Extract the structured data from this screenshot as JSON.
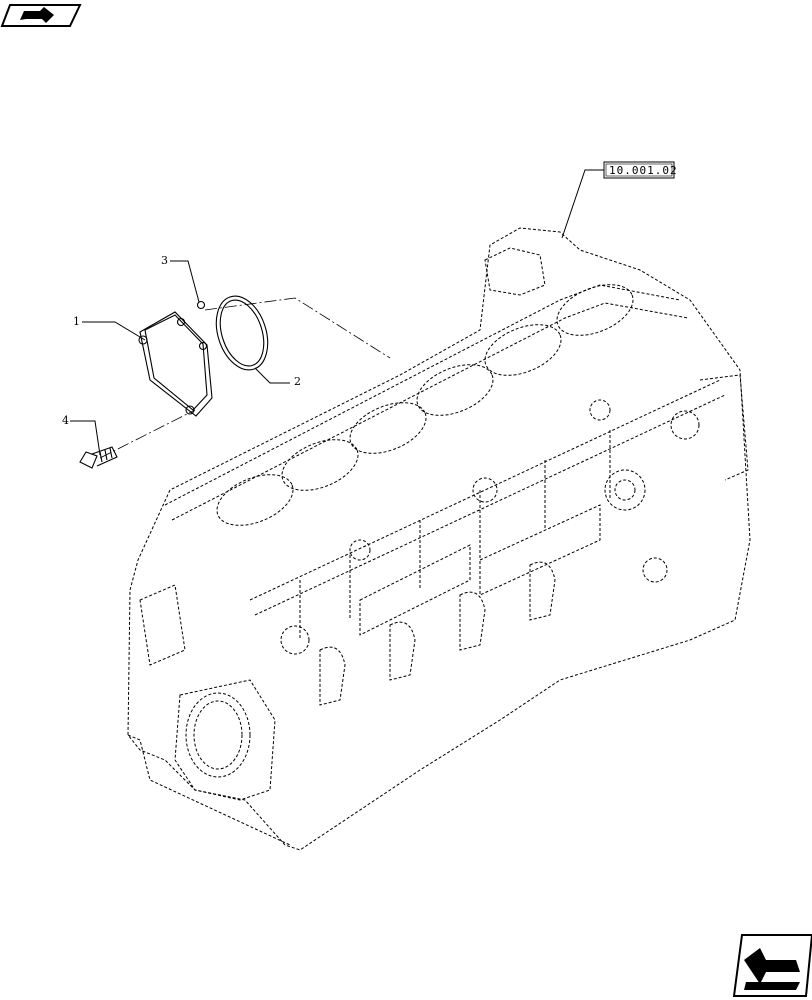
{
  "header_icon": "book-arrow-icon",
  "footer_icon": "next-page-arrow-icon",
  "reference_label": "10.001.02",
  "callouts": [
    {
      "id": "1",
      "text": "1"
    },
    {
      "id": "2",
      "text": "2"
    },
    {
      "id": "3",
      "text": "3"
    },
    {
      "id": "4",
      "text": "4"
    }
  ]
}
